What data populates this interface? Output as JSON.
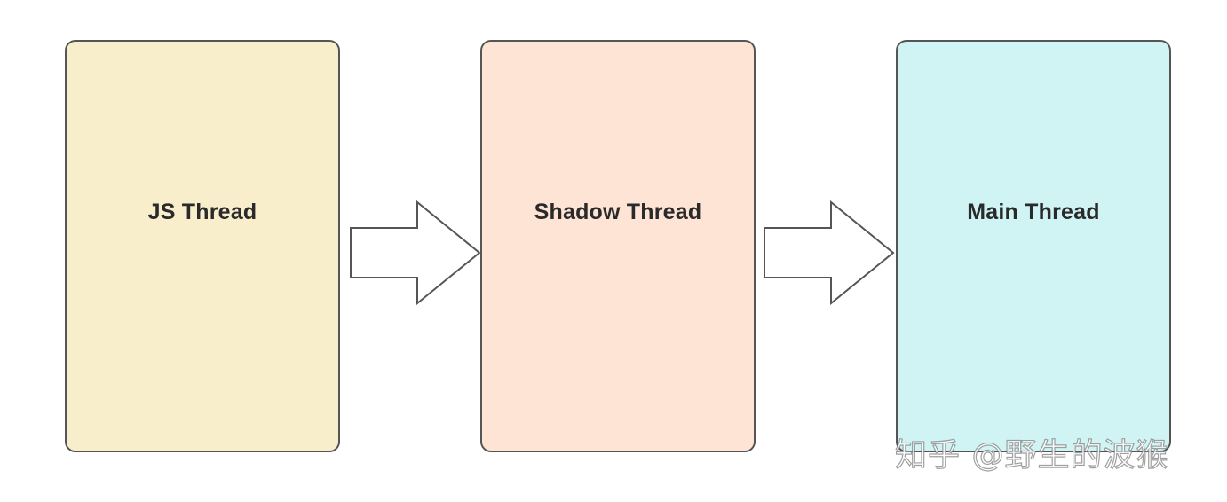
{
  "boxes": [
    {
      "label": "JS Thread",
      "fill": "#f9eecc"
    },
    {
      "label": "Shadow Thread",
      "fill": "#fde4d5"
    },
    {
      "label": "Main Thread",
      "fill": "#d0f4f4"
    }
  ],
  "arrows": [
    {
      "from": "JS Thread",
      "to": "Shadow Thread"
    },
    {
      "from": "Shadow Thread",
      "to": "Main Thread"
    }
  ],
  "watermark": "知乎 @野生的波猴",
  "colors": {
    "stroke": "#555555",
    "arrow_fill": "#ffffff",
    "label_text": "#2a2a2a"
  }
}
